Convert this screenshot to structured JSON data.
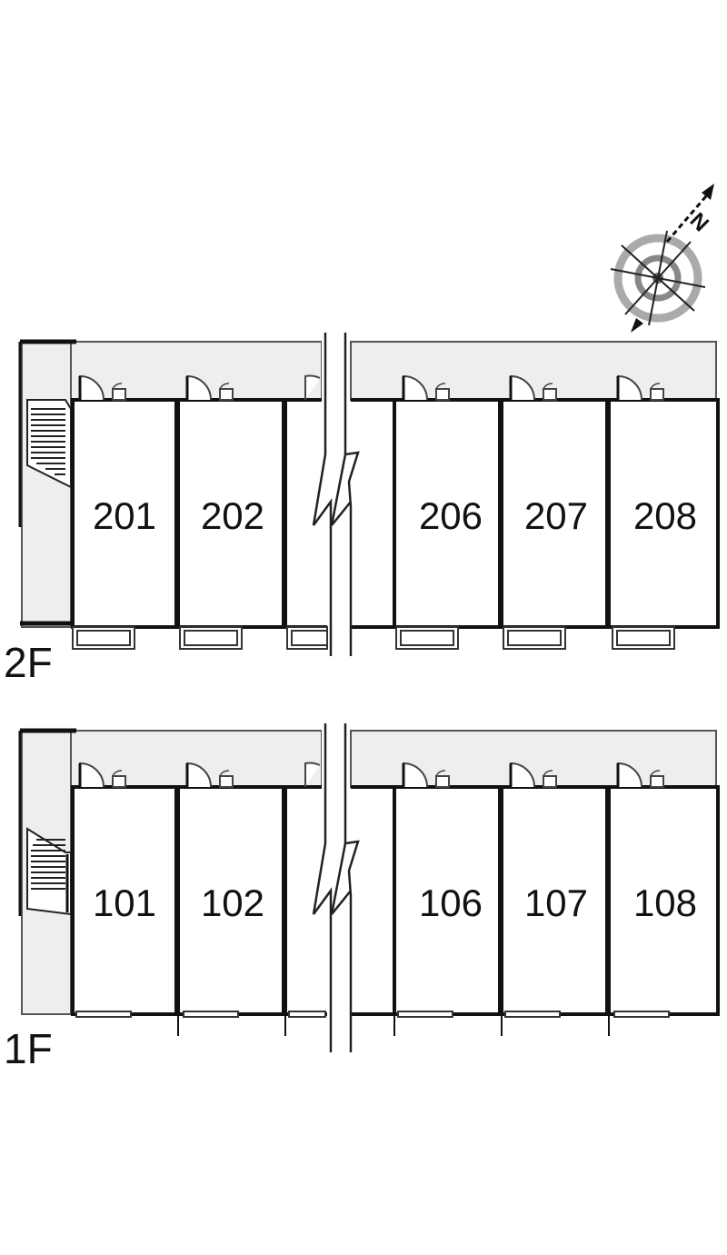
{
  "compass": {
    "north_label": "N",
    "icon": "compass-rose-icon"
  },
  "floors": [
    {
      "id": "2F",
      "label": "2F",
      "units": [
        "201",
        "202",
        "206",
        "207",
        "208"
      ]
    },
    {
      "id": "1F",
      "label": "1F",
      "units": [
        "101",
        "102",
        "106",
        "107",
        "108"
      ]
    }
  ],
  "colors": {
    "corridor": "#eeeeee",
    "wall": "#111111",
    "line": "#555555"
  }
}
